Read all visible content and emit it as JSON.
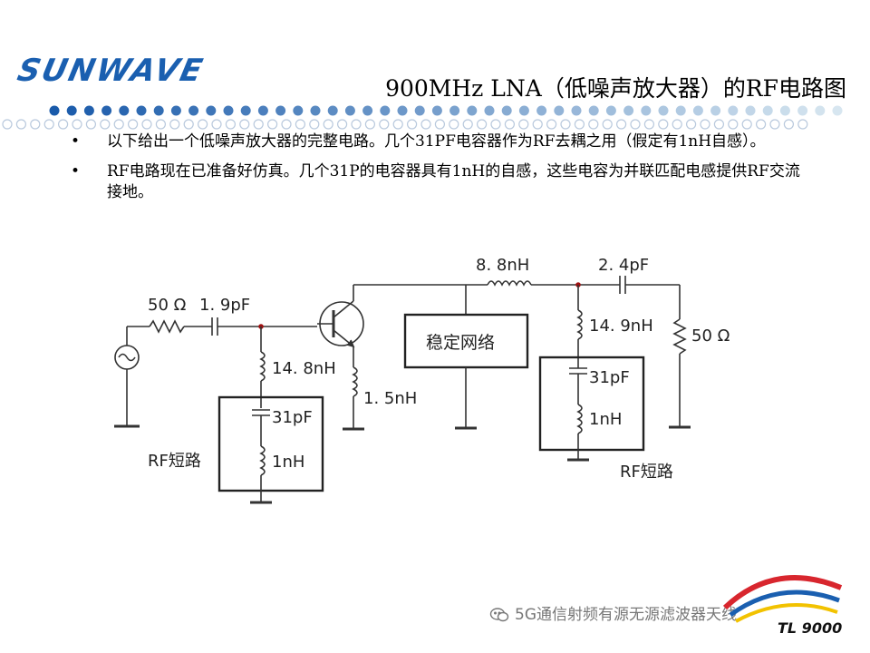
{
  "brand": {
    "logo_text": "SUNWAVE",
    "logo_color": "#1a5fb0"
  },
  "slide": {
    "title": "900MHz  LNA（低噪声放大器）的RF电路图",
    "bullets": [
      {
        "mark": "•",
        "text": "以下给出一个低噪声放大器的完整电路。几个31PF电容器作为RF去耦之用（假定有1nH自感）。"
      },
      {
        "mark": "•",
        "text": "RF电路现在已准备好仿真。几个31P的电容器具有1nH的自感，这些电容为并联匹配电感提供RF交流接地。"
      }
    ]
  },
  "circuit": {
    "src_resistor": "50 Ω",
    "c_in": "1. 9pF",
    "l_shunt_in": "14. 8nH",
    "c_decouple_in": "31pF",
    "l_decouple_in": "1nH",
    "block_in": "RF短路",
    "l_emitter": "1. 5nH",
    "stab_network": "稳定网络",
    "l_series": "8. 8nH",
    "c_out": "2. 4pF",
    "l_shunt_out": "14. 9nH",
    "c_decouple_out": "31pF",
    "l_decouple_out": "1nH",
    "block_out": "RF短路",
    "load_resistor": "50 Ω"
  },
  "watermark": {
    "text": "5G通信射频有源无源滤波器天线",
    "icon": "wechat-icon"
  },
  "footer_logo": {
    "text": "TL 9000",
    "colors": [
      "#d8262e",
      "#1a5fb0",
      "#f2c200"
    ]
  }
}
